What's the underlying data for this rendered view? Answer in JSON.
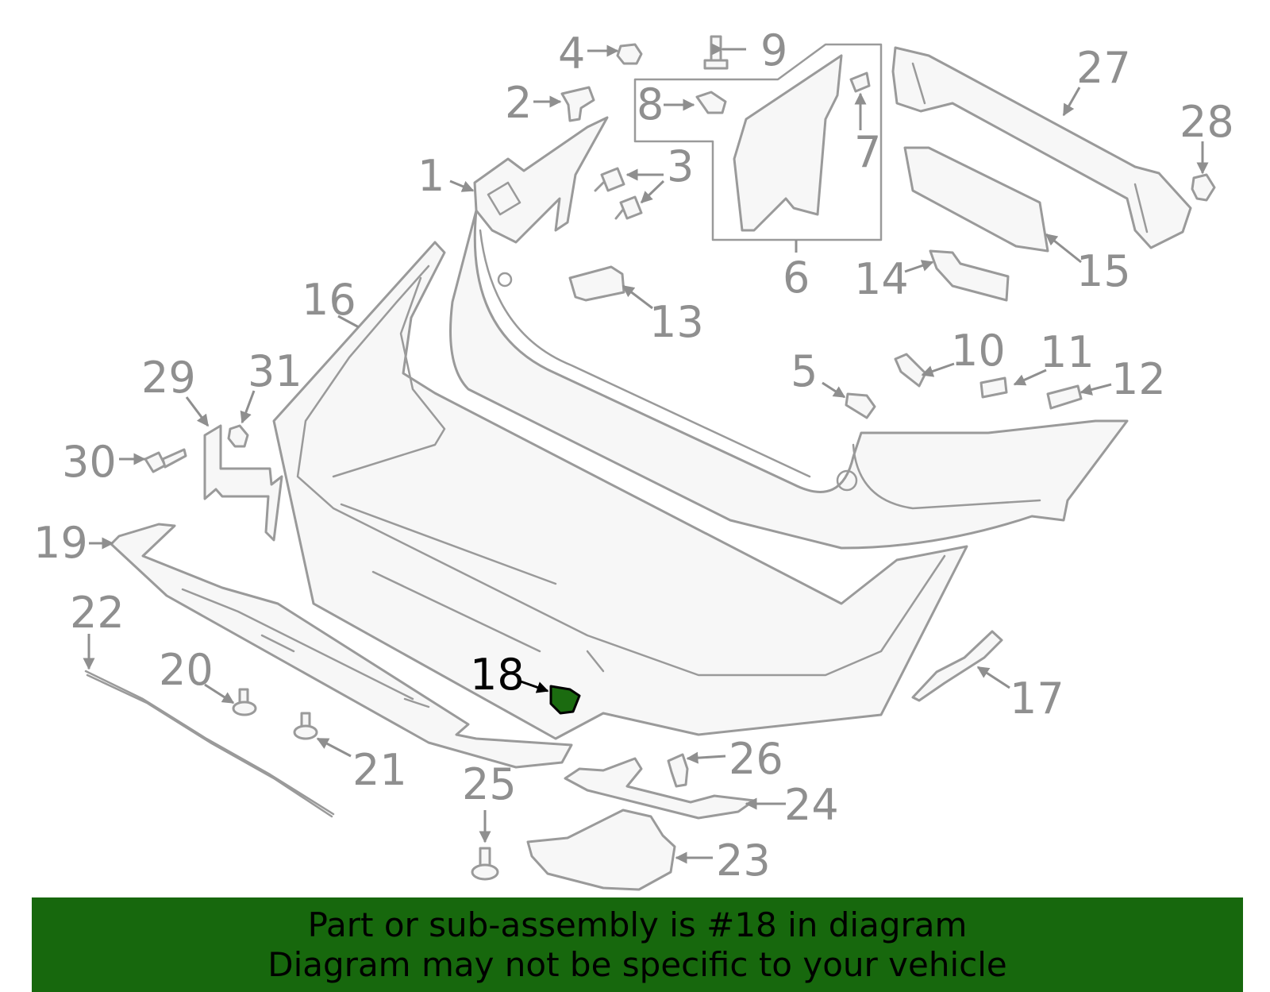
{
  "diagram": {
    "highlight_part": "18",
    "highlight_color": "#1b6b10",
    "callouts": [
      "1",
      "2",
      "3",
      "4",
      "5",
      "6",
      "7",
      "8",
      "9",
      "10",
      "11",
      "12",
      "13",
      "14",
      "15",
      "16",
      "17",
      "18",
      "19",
      "20",
      "21",
      "22",
      "23",
      "24",
      "25",
      "26",
      "27",
      "28",
      "29",
      "30",
      "31"
    ]
  },
  "banner": {
    "line1": "Part or sub-assembly is #18 in diagram",
    "line2": "Diagram may not be specific to your vehicle",
    "background": "#17680d"
  }
}
